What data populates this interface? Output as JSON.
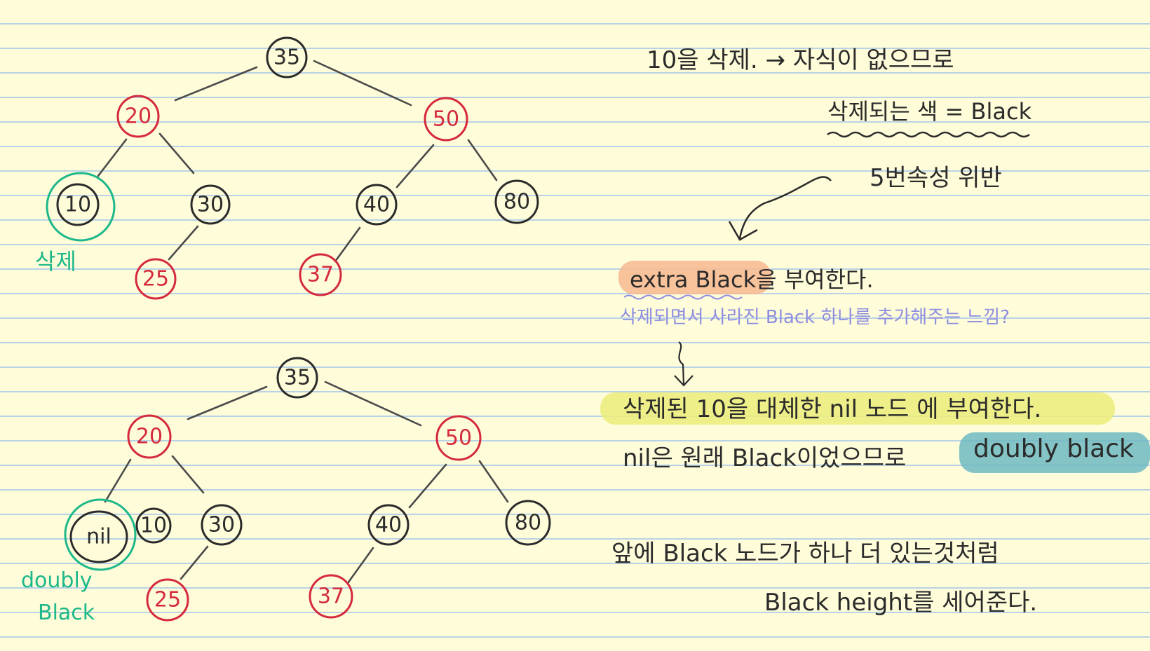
{
  "trees": [
    {
      "nodes": {
        "root": {
          "label": "35",
          "color": "black"
        },
        "n20": {
          "label": "20",
          "color": "red"
        },
        "n50": {
          "label": "50",
          "color": "red"
        },
        "n10": {
          "label": "10",
          "color": "black"
        },
        "n30": {
          "label": "30",
          "color": "black"
        },
        "n40": {
          "label": "40",
          "color": "black"
        },
        "n80": {
          "label": "80",
          "color": "black"
        },
        "n25": {
          "label": "25",
          "color": "red"
        },
        "n37": {
          "label": "37",
          "color": "red"
        }
      },
      "annotation": "삭제"
    },
    {
      "nodes": {
        "root": {
          "label": "35",
          "color": "black"
        },
        "n20": {
          "label": "20",
          "color": "red"
        },
        "n50": {
          "label": "50",
          "color": "red"
        },
        "nil": {
          "label": "nil",
          "color": "black"
        },
        "n10s": {
          "label": "10",
          "color": "black"
        },
        "n30": {
          "label": "30",
          "color": "black"
        },
        "n40": {
          "label": "40",
          "color": "black"
        },
        "n80": {
          "label": "80",
          "color": "black"
        },
        "n25": {
          "label": "25",
          "color": "red"
        },
        "n37": {
          "label": "37",
          "color": "red"
        }
      },
      "annotation_line1": "doubly",
      "annotation_line2": "Black"
    }
  ],
  "notes": {
    "line1": "10을 삭제. → 자식이 없으므로",
    "line2": "삭제되는 색 = Black",
    "line3": "5번속성 위반",
    "line4_hl": "extra Black",
    "line4_rest": "을 부여한다.",
    "line5": "삭제되면서 사라진 Black 하나를 추가해주는 느낌?",
    "line6": "삭제된 10을 대체한  nil 노드 에 부여한다.",
    "line7": "nil은 원래 Black이었으므로",
    "line7_hl": "doubly black",
    "line8": "앞에 Black 노드가 하나 더 있는것처럼",
    "line9": "Black height를 세어준다."
  },
  "colors": {
    "paper": "#fefcd9",
    "rule_line": "#b9d3e6",
    "ink": "#2b2b2b",
    "red": "#d42a3c",
    "green": "#1db88a",
    "purple": "#8e8ee0",
    "orange_highlight": "#f7b98f",
    "yellow_highlight": "#ecec7a",
    "teal_highlight": "#6fb8c2"
  }
}
